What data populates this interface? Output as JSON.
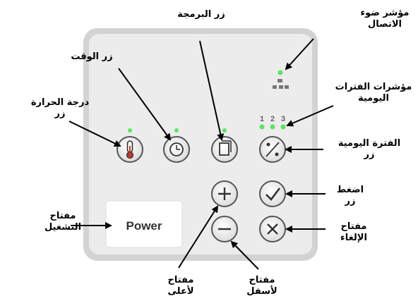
{
  "panel": {
    "power_label": "Power",
    "slot_numbers": [
      "1",
      "2",
      "3"
    ]
  },
  "labels": {
    "programming_button": "زر البرمجة",
    "connection_light_line1": "مؤشر ضوء",
    "connection_light_line2": "الاتصال",
    "time_button": "زر الوقت",
    "temperature_button_line1": "درجة الحرارة",
    "temperature_button_line2": "زر",
    "daily_slots_line1": "مؤشرات الفترات",
    "daily_slots_line2": "اليومية",
    "daily_slot_button_line1": "الفترة اليومية",
    "daily_slot_button_line2": "زر",
    "press_button_line1": "اضغط",
    "press_button_line2": "زر",
    "power_key_line1": "مفتاح",
    "power_key_line2": "التشغيل",
    "cancel_key_line1": "مفتاح",
    "cancel_key_line2": "الإلغاء",
    "up_key_line1": "مفتاح",
    "up_key_line2": "لأعلى",
    "down_key_line1": "مفتاح",
    "down_key_line2": "لأسفل"
  },
  "colors": {
    "panel_outer": "#d5d5d5",
    "panel_inner": "#ececec",
    "led_green": "#5fe35f",
    "button_ring": "#555555",
    "power_box": "#ffffff"
  }
}
